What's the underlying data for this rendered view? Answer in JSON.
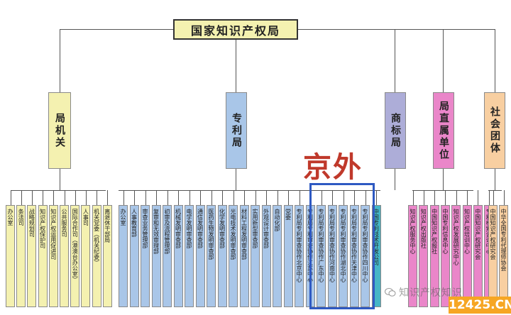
{
  "root": "国家知识产权局",
  "groups": [
    {
      "label": "局机关",
      "color": "yellow",
      "children": [
        "办公室",
        "条法司",
        "战略规划司",
        "知识产权保护司",
        "知识产权运用促进司",
        "公共服务司",
        "国际合作司（港澳台办公室）",
        "人事司",
        "机关党委（机关纪委）",
        "离退休干部局"
      ]
    },
    {
      "label": "专利局",
      "color": "blue",
      "children": [
        "办公室",
        "人事教育部",
        "审查业务管理部",
        "复审和无效审理部",
        "初审及流程管理部",
        "机械发明审查部",
        "电学发明审查部",
        "通信发明审查部",
        "医药生物发明审查部",
        "化学发明审查部",
        "光电技术发明审查部",
        "材料工程发明审查部",
        "实用新型审查部",
        "外观设计审查部",
        "自动化部",
        "党委",
        "专利局专利审查协作北京中心",
        "专利局专利审查协作江苏中心",
        "专利局专利审查协作广东中心",
        "专利局专利审查协作河南中心",
        "专利局专利审查协作湖北中心",
        "专利局专利审查协作天津中心",
        "专利局专利审查协作四川中心",
        "中国专利技术开发公司"
      ]
    },
    {
      "label": "商标局",
      "color": "purple",
      "children": []
    },
    {
      "label": "局直属单位",
      "color": "pink",
      "children": [
        "知识产权出版社",
        "中国知识产权报社",
        "中国专利信息中心",
        "知识产权发展研究中心",
        "知识产权培训中心",
        "中国知识产权研究会",
        "专利检索咨询中心"
      ]
    },
    {
      "label": "社会团体",
      "color": "orange",
      "children": [
        "中国知识产权研究会",
        "中华全国专利代理师协会"
      ]
    }
  ],
  "pink_first_label": "知识产权服务中心",
  "callout": "京外",
  "watermark": "知识产权知识",
  "watermark_logo": "12425.CN",
  "colors": {
    "yellow": "#f4f1b0",
    "blue": "#a9c6e8",
    "teal": "#46b6c6",
    "purple": "#adadd8",
    "pink": "#ea86c9",
    "orange": "#f8cfa1",
    "highlight": "#2e59c2",
    "callout": "#c0392b"
  }
}
